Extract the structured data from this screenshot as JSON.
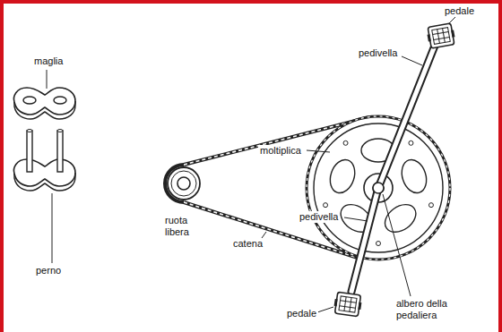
{
  "diagram": {
    "labels": [
      "pedale",
      "pedivella",
      "maglia",
      "moltiplica",
      "ruota libera",
      "catena",
      "pedivella",
      "perno",
      "pedale",
      "albero della pedaliera"
    ]
  }
}
